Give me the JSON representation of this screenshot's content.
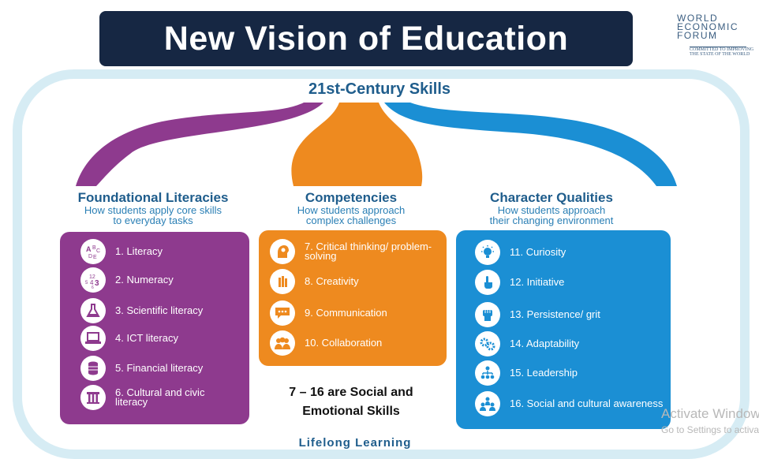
{
  "title": "New Vision of Education",
  "logo": {
    "lines": [
      "WORLD",
      "ECONOMIC",
      "FORUM"
    ],
    "tagline": "COMMITTED TO IMPROVING THE STATE OF THE WORLD"
  },
  "diagram": {
    "root": "21st-Century Skills",
    "columns": [
      {
        "heading": "Foundational Literacies",
        "subtitle": [
          "How students apply core skills",
          "to everyday tasks"
        ],
        "color": "#8e3a8e",
        "items": [
          {
            "label": "1. Literacy",
            "icon": "abc-letters-icon"
          },
          {
            "label": "2. Numeracy",
            "icon": "numbers-icon"
          },
          {
            "label": "3. Scientific literacy",
            "icon": "flask-icon"
          },
          {
            "label": "4. ICT literacy",
            "icon": "laptop-icon"
          },
          {
            "label": "5. Financial literacy",
            "icon": "coin-stack-icon"
          },
          {
            "label": "6. Cultural and civic literacy",
            "icon": "pillar-icon"
          }
        ]
      },
      {
        "heading": "Competencies",
        "subtitle": [
          "How students approach",
          "complex challenges"
        ],
        "color": "#ee8a1f",
        "items": [
          {
            "label": "7. Critical thinking/ problem-solving",
            "icon": "head-gears-icon"
          },
          {
            "label": "8. Creativity",
            "icon": "crayon-box-icon"
          },
          {
            "label": "9. Communication",
            "icon": "speech-bubble-icon"
          },
          {
            "label": "10. Collaboration",
            "icon": "group-icon"
          }
        ]
      },
      {
        "heading": "Character Qualities",
        "subtitle": [
          "How students approach",
          "their changing environment"
        ],
        "color": "#1b8fd4",
        "items": [
          {
            "label": "11. Curiosity",
            "icon": "lightbulb-icon"
          },
          {
            "label": "12. Initiative",
            "icon": "pointing-hand-icon"
          },
          {
            "label": "13. Persistence/ grit",
            "icon": "fist-icon"
          },
          {
            "label": "14. Adaptability",
            "icon": "gears-icon"
          },
          {
            "label": "15. Leadership",
            "icon": "org-chart-icon"
          },
          {
            "label": "16. Social and cultural awareness",
            "icon": "people-icon"
          }
        ]
      }
    ],
    "social_note": [
      "7 – 16 are Social and",
      "Emotional Skills"
    ],
    "footer": "Lifelong Learning"
  },
  "watermark": [
    "Activate Windows",
    "Go to Settings to activate Windows."
  ]
}
